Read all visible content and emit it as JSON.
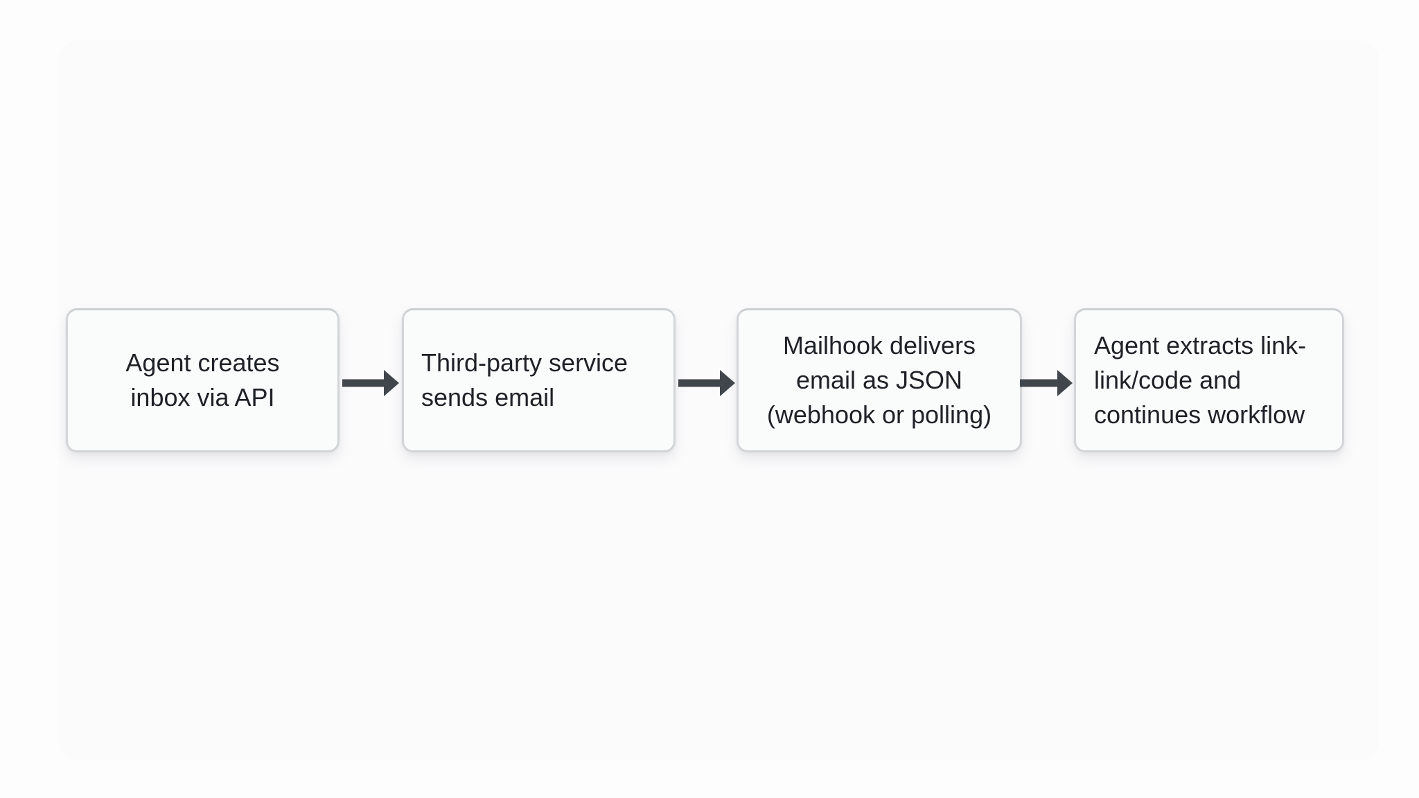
{
  "diagram": {
    "type": "flowchart",
    "direction": "left-to-right",
    "steps": [
      {
        "full_text": "Agent creates inbox via API",
        "lines": [
          "Agent creates",
          "inbox via API"
        ]
      },
      {
        "full_text": "Third-party service sends email",
        "lines": [
          "Third-party service",
          "sends email"
        ]
      },
      {
        "full_text": "Mailhook delivers email as JSON (webhook or polling)",
        "lines": [
          "Mailhook delivers",
          "email as JSON",
          "(webhook or polling)"
        ]
      },
      {
        "full_text": "Agent extracts link-link/code and continues workflow",
        "lines": [
          "Agent extracts link-",
          "link/code and",
          "continues workflow"
        ]
      }
    ],
    "connectors": [
      {
        "from": 1,
        "to": 2,
        "style": "arrow-right"
      },
      {
        "from": 2,
        "to": 3,
        "style": "arrow-right"
      },
      {
        "from": 3,
        "to": 4,
        "style": "arrow-right"
      }
    ],
    "colors": {
      "background": "#fdfdfe",
      "panel": "#fbfbfc",
      "box_fill": "#fafbfb",
      "box_border": "#d3d5d8",
      "text": "#1e2227",
      "arrow": "#41464c"
    }
  }
}
